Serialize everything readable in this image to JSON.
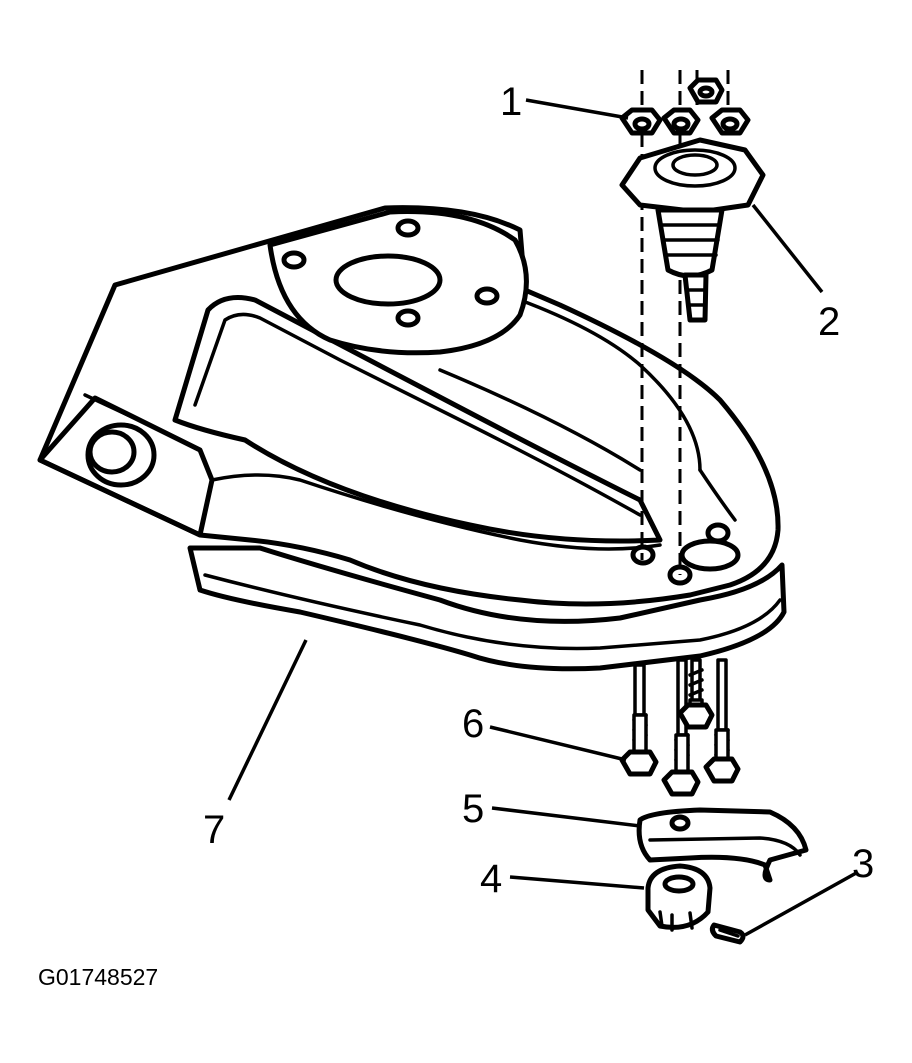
{
  "figure": {
    "id_label": "G01748527"
  },
  "callouts": [
    {
      "num": "1",
      "part": "nut"
    },
    {
      "num": "2",
      "part": "ball-joint"
    },
    {
      "num": "3",
      "part": "cotter-pin"
    },
    {
      "num": "4",
      "part": "castle-nut"
    },
    {
      "num": "5",
      "part": "bracket"
    },
    {
      "num": "6",
      "part": "bolt"
    },
    {
      "num": "7",
      "part": "control-arm"
    }
  ],
  "colors": {
    "line": "#000000",
    "background": "#ffffff"
  }
}
